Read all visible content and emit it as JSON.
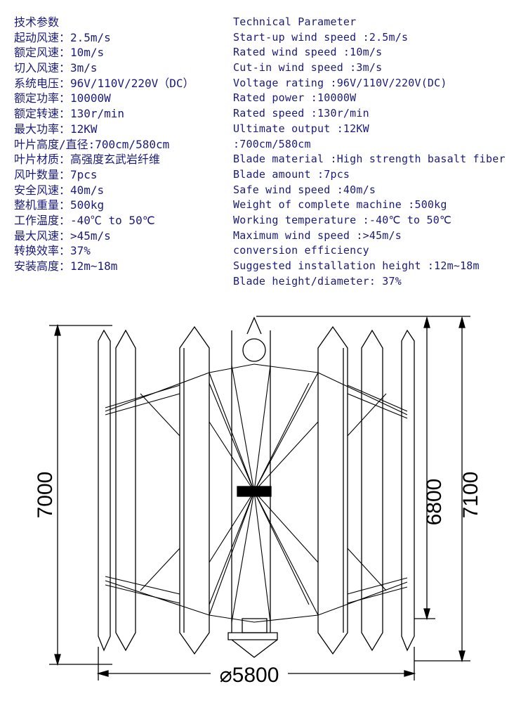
{
  "zh_params": {
    "title": "技术参数",
    "lines": [
      "起动风速：2.5m/s",
      "额定风速：10m/s",
      "切入风速：3m/s",
      "系统电压：96V/110V/220V（DC）",
      "额定功率：10000W",
      "额定转速：130r/min",
      "最大功率：12KW",
      "叶片高度/直径:700cm/580cm",
      "叶片材质：高强度玄武岩纤维",
      "风叶数量：7pcs",
      "安全风速：40m/s",
      "整机重量：500kg",
      "工作温度：-40℃ to 50℃",
      "最大风速：>45m/s",
      "转换效率：37%",
      "安装高度：12m~18m"
    ]
  },
  "en_params": {
    "title": "Technical Parameter",
    "lines": [
      "Start-up wind speed :2.5m/s",
      "Rated wind speed :10m/s",
      "Cut-in wind speed :3m/s",
      "Voltage rating :96V/110V/220V(DC)",
      "Rated power :10000W",
      "Rated speed :130r/min",
      "Ultimate output :12KW",
      ":700cm/580cm",
      "Blade material :High strength basalt fiber",
      "Blade amount :7pcs",
      "Safe wind speed :40m/s",
      "Weight of complete machine :500kg",
      "Working temperature :-40℃ to 50℃",
      "Maximum wind speed :>45m/s",
      "conversion efficiency",
      "Suggested installation height :12m~18m",
      "Blade height/diameter: 37%"
    ]
  },
  "drawing": {
    "dim_left_height": "7000",
    "dim_right_inner": "6800",
    "dim_right_outer": "7100",
    "dim_diameter": "⌀5800"
  }
}
